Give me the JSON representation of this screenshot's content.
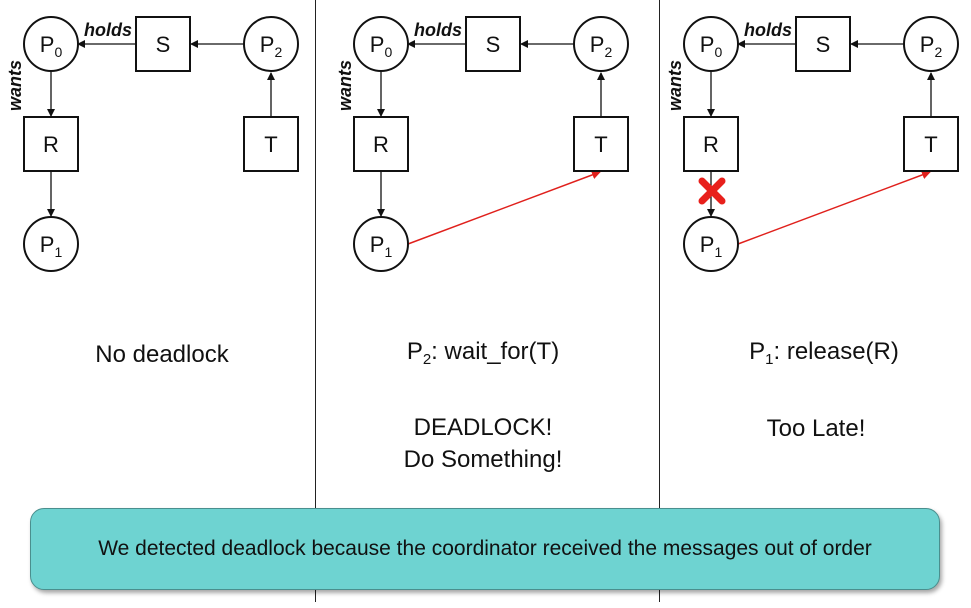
{
  "nodes": {
    "p0": {
      "base": "P",
      "sub": "0"
    },
    "p1": {
      "base": "P",
      "sub": "1"
    },
    "p2": {
      "base": "P",
      "sub": "2"
    },
    "r": "R",
    "s": "S",
    "t": "T"
  },
  "edge_labels": {
    "holds": "holds",
    "wants": "wants"
  },
  "panels": [
    {
      "caption_lines": [
        {
          "text": "No deadlock"
        }
      ],
      "note_lines": [],
      "shows_p1_to_t": false,
      "shows_release_mark": false
    },
    {
      "caption_lines": [
        {
          "base": "P",
          "sub": "2",
          "rest": ": wait_for(T)"
        }
      ],
      "note_lines": [
        "DEADLOCK!",
        "Do Something!"
      ],
      "shows_p1_to_t": true,
      "shows_release_mark": false
    },
    {
      "caption_lines": [
        {
          "base": "P",
          "sub": "1",
          "rest": ": release(R)"
        }
      ],
      "note_lines": [
        "Too Late!"
      ],
      "shows_p1_to_t": true,
      "shows_release_mark": true
    }
  ],
  "banner": {
    "text": "We detected deadlock because the coordinator received the messages out of order"
  },
  "colors": {
    "edge": "#111111",
    "wait_edge": "#e0201c",
    "release_mark": "#e8201c",
    "banner_bg": "#6ed3d1"
  }
}
